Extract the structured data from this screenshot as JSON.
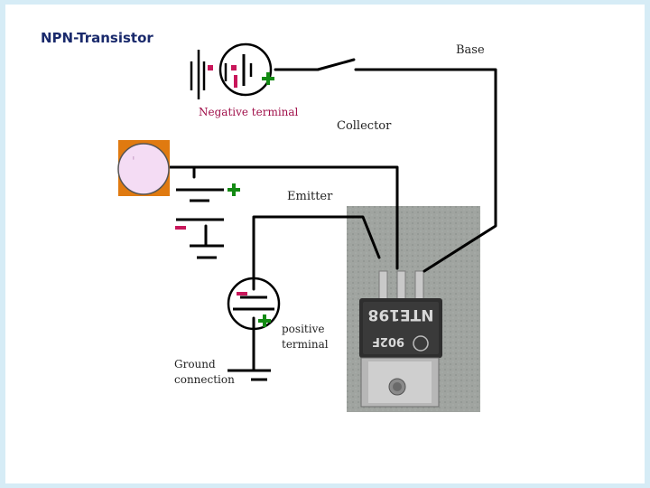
{
  "title": "NPN-Transistor",
  "labels": {
    "base": "Base",
    "negative_terminal": "Negative terminal",
    "collector": "Collector",
    "emitter": "Emitter",
    "positive_terminal_line1": "positive",
    "positive_terminal_line2": "terminal",
    "ground_line1": "Ground",
    "ground_line2": "connection"
  },
  "component": {
    "part_number": "NTE198",
    "date_code": "902F"
  },
  "colors": {
    "background": "#d6ecf6",
    "wire": "#000000",
    "plus_sign": "#138a13",
    "minus_sign": "#c8165a",
    "lamp_mount": "#e07a10",
    "lamp_glass": "#f4dcf4",
    "photo_background": "#9ba09c"
  }
}
